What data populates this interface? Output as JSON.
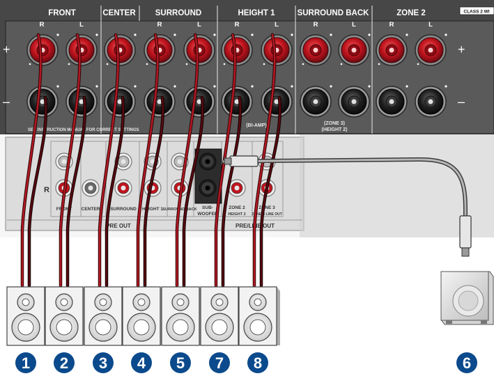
{
  "speaker_panel": {
    "section_headers": [
      "FRONT",
      "CENTER",
      "SURROUND",
      "HEIGHT 1",
      "SURROUND BACK",
      "ZONE 2"
    ],
    "class_badge": "CLASS 2 WI",
    "channel_letters": [
      "R",
      "L",
      "R",
      "L",
      "R",
      "L",
      "R",
      "L",
      "R",
      "L"
    ],
    "plus_sign": "+",
    "minus_sign": "–",
    "bottom_note": "SEE INSTRUCTION MANUAL FOR CORRECT SETTINGS",
    "bi_amp_label": "(BI-AMP)",
    "zone3_label": "(ZONE 3)",
    "height2_label": "(HEIGHT 2)"
  },
  "preout_panel": {
    "row_label_r": "R",
    "jack_labels": [
      "FRONT",
      "CENTER",
      "SURROUND",
      "HEIGHT 1",
      "SURROUND BACK",
      "SUB-",
      "ZONE 2",
      "ZONE 3"
    ],
    "sub_second_line": "WOOFER",
    "zone2_second_line": "HEIGHT 2",
    "zone3_second_line": "ZONE B LINE OUT",
    "group_pre_out": "PRE OUT",
    "group_pre_line_out": "PRE/LINE OUT"
  },
  "speakers": [
    {
      "number": "1"
    },
    {
      "number": "2"
    },
    {
      "number": "3"
    },
    {
      "number": "4"
    },
    {
      "number": "5"
    },
    {
      "number": "7"
    },
    {
      "number": "8"
    }
  ],
  "subwoofer": {
    "number": "6"
  },
  "colors": {
    "panel": "#4a4a4a",
    "panel_dark": "#262626",
    "terminal_red": "#c0141e",
    "terminal_black": "#1a1a1a",
    "cable_red": "#b01822",
    "number_badge": "#0b4a8c"
  }
}
